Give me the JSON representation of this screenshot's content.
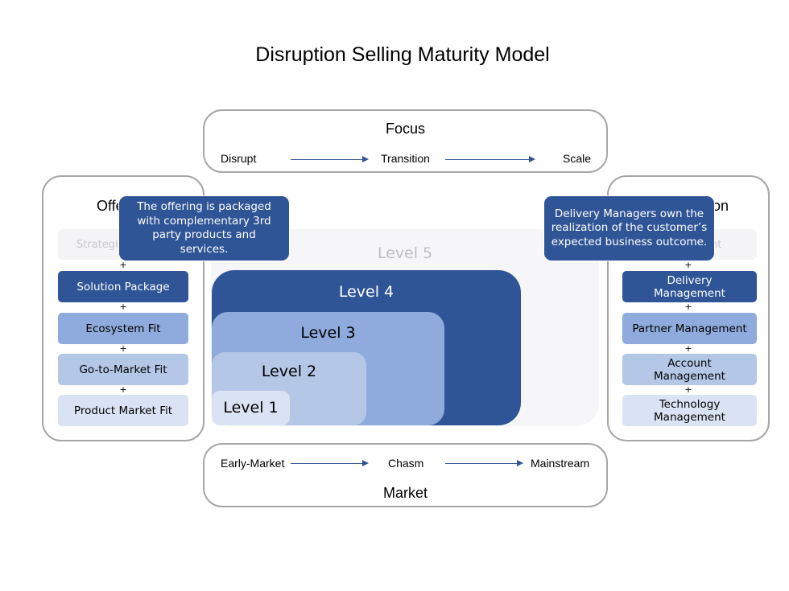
{
  "title": "Disruption Selling Maturity Model",
  "focus": {
    "title": "Focus",
    "stages": [
      "Disrupt",
      "Transition",
      "Scale"
    ]
  },
  "market": {
    "title": "Market",
    "stages": [
      "Early-Market",
      "Chasm",
      "Mainstream"
    ]
  },
  "offering": {
    "title_visible": "Offe",
    "faded_top_visible": "Strategi",
    "items": [
      "Solution Package",
      "Ecosystem Fit",
      "Go-to-Market Fit",
      "Product Market Fit"
    ],
    "plus": "+"
  },
  "execution": {
    "title_visible": "ion",
    "faded_top_visible": "nt",
    "items": [
      "Delivery Management",
      "Partner Management",
      "Account Management",
      "Technology Management"
    ],
    "plus": "+"
  },
  "levels": [
    "Level 5",
    "Level 4",
    "Level 3",
    "Level 2",
    "Level 1"
  ],
  "callouts": {
    "offering": "The offering is packaged with complementary 3rd party products and services.",
    "execution": "Delivery Managers own the realization of the customer’s expected business outcome."
  },
  "colors": {
    "dark_blue": "#2f5597",
    "mid_blue": "#8faadc",
    "light_blue": "#b4c7e7",
    "pale_blue": "#dae3f3",
    "panel_border": "#a6a6a6"
  }
}
